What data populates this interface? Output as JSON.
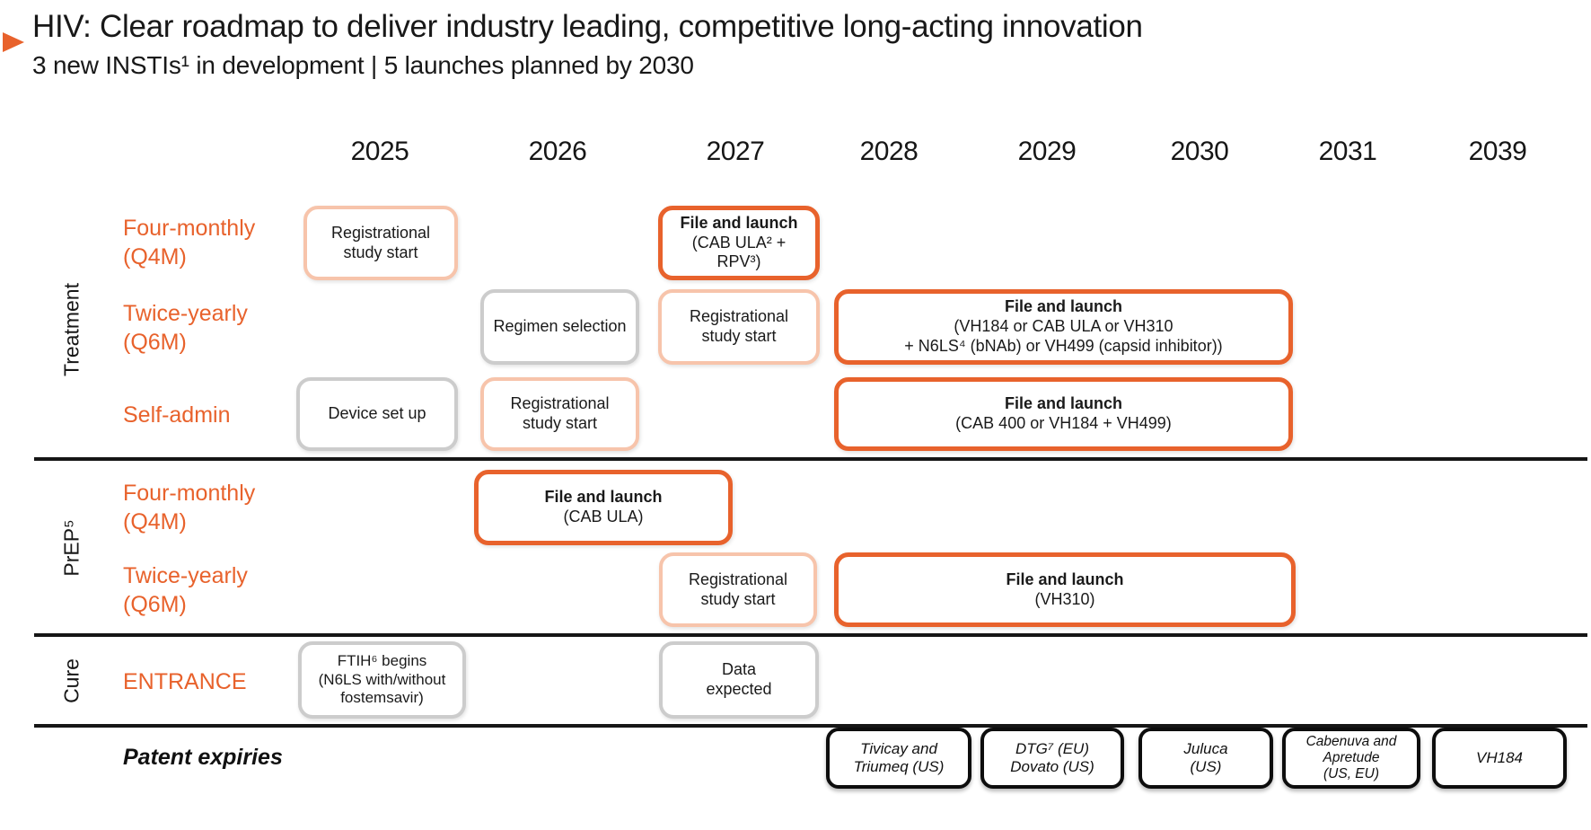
{
  "header": {
    "title": "HIV: Clear roadmap to deliver industry leading, competitive long-acting innovation",
    "subtitle": "3 new INSTIs¹ in development | 5 launches planned by 2030"
  },
  "years": [
    "2025",
    "2026",
    "2027",
    "2028",
    "2029",
    "2030",
    "2031",
    "2039"
  ],
  "groups": {
    "treatment": "Treatment",
    "prep": "PrEP⁵",
    "cure": "Cure"
  },
  "row_labels": {
    "treatment_q4m": "Four-monthly\n(Q4M)",
    "treatment_q6m": "Twice-yearly\n(Q6M)",
    "treatment_selfadmin": "Self-admin",
    "prep_q4m": "Four-monthly\n(Q4M)",
    "prep_q6m": "Twice-yearly\n(Q6M)",
    "cure_entrance": "ENTRANCE"
  },
  "boxes": {
    "t_q4m_2025": {
      "text": "Registrational\nstudy start"
    },
    "t_q4m_2027": {
      "title": "File and launch",
      "detail": "(CAB ULA² + RPV³)"
    },
    "t_q6m_2026": {
      "text": "Regimen selection"
    },
    "t_q6m_2027": {
      "text": "Registrational\nstudy start"
    },
    "t_q6m_2028_2030": {
      "title": "File and launch",
      "detail": "(VH184 or CAB ULA or VH310\n+ N6LS⁴ (bNAb) or VH499 (capsid inhibitor))"
    },
    "t_sa_2025": {
      "text": "Device set up"
    },
    "t_sa_2026": {
      "text": "Registrational\nstudy start"
    },
    "t_sa_2028_2030": {
      "title": "File and launch",
      "detail": "(CAB 400 or VH184 + VH499)"
    },
    "p_q4m_2026_2027": {
      "title": "File and launch",
      "detail": "(CAB ULA)"
    },
    "p_q6m_2027": {
      "text": "Registrational\nstudy start"
    },
    "p_q6m_2028_2030": {
      "title": "File and launch",
      "detail": "(VH310)"
    },
    "c_2025": {
      "text": "FTIH⁶ begins\n(N6LS with/without\nfostemsavir)"
    },
    "c_2027": {
      "text": "Data\nexpected"
    }
  },
  "patent_label": "Patent expiries",
  "patents": [
    {
      "text": "Tivicay and\nTriumeq (US)",
      "year": "2028"
    },
    {
      "text": "DTG⁷ (EU)\nDovato (US)",
      "year": "2029"
    },
    {
      "text": "Juluca\n(US)",
      "year": "2030"
    },
    {
      "text": "Cabenuva and\nApretude\n(US, EU)",
      "year": "2031"
    },
    {
      "text": "VH184",
      "year": "2039"
    }
  ],
  "colors": {
    "accent_orange": "#e8622c",
    "peach_border": "#f7c4ab",
    "gray_border": "#cccccc",
    "black": "#111111"
  }
}
